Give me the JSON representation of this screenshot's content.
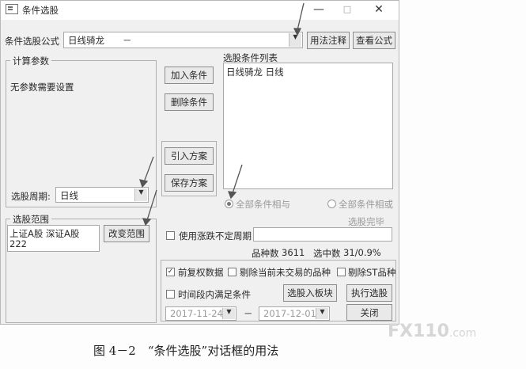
{
  "window": {
    "title": "条件选股",
    "minimize": "—",
    "restore": "□",
    "close": "✕"
  },
  "formula": {
    "label": "条件选股公式",
    "value": "日线骑龙　　－",
    "usage_button": "用法注释",
    "view_button": "查看公式"
  },
  "params": {
    "title": "计算参数",
    "message": "无参数需要设置",
    "period_label": "选股周期:",
    "period_value": "日线"
  },
  "actions": {
    "add": "加入条件",
    "delete": "删除条件",
    "import": "引入方案",
    "save": "保存方案"
  },
  "conditions": {
    "title": "选股条件列表",
    "items": [
      "日线骑龙 日线"
    ]
  },
  "logic": {
    "all_and": "全部条件相与",
    "all_or": "全部条件相或",
    "status": "选股完毕"
  },
  "range": {
    "title": "选股范围",
    "content_line1": "上证A股 深证A股",
    "content_line2": "222",
    "change_button": "改变范围"
  },
  "undetermined": {
    "label": "使用涨跌不定周期"
  },
  "stats": {
    "count_label": "品种数",
    "count_value": "3611",
    "selected_label": "选中数",
    "selected_value": "31/0.9%"
  },
  "options": {
    "adjust": "前复权数据",
    "remove_untraded": "剔除当前未交易的品种",
    "remove_st": "剔除ST品种",
    "time_range": "时间段内满足条件"
  },
  "dates": {
    "start": "2017-11-24",
    "separator": "－",
    "end": "2017-12-01"
  },
  "buttons": {
    "to_block": "选股入板块",
    "execute": "执行选股",
    "close": "关闭"
  },
  "caption": "图 4－2　“条件选股”对话框的用法",
  "watermark": {
    "main": "FX110",
    "suffix": ".com"
  }
}
